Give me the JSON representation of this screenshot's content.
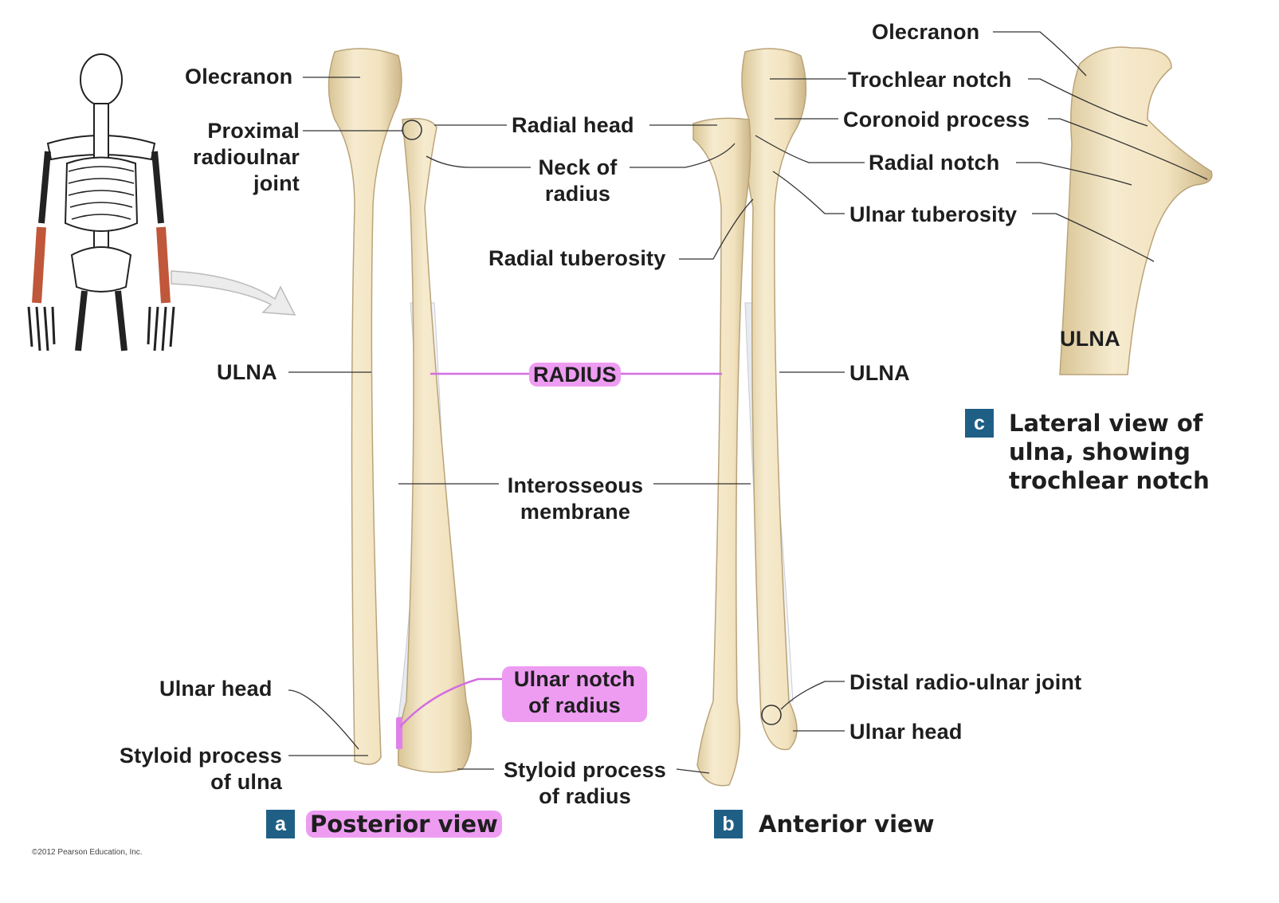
{
  "posterior": {
    "olecranon": "Olecranon",
    "proximal_joint": "Proximal radioulnar joint",
    "ulna": "ULNA",
    "ulnar_head": "Ulnar head",
    "styloid_ulna": "Styloid process of ulna",
    "view_letter": "a",
    "view_title": "Posterior view"
  },
  "center": {
    "radial_head": "Radial head",
    "neck_of_radius": "Neck of radius",
    "radial_tuberosity": "Radial tuberosity",
    "radius": "RADIUS",
    "interosseous": "Interosseous membrane",
    "ulnar_notch": "Ulnar notch of radius",
    "styloid_radius": "Styloid process of radius"
  },
  "anterior": {
    "trochlear_notch": "Trochlear notch",
    "coronoid": "Coronoid process",
    "radial_notch": "Radial notch",
    "ulnar_tuberosity": "Ulnar tuberosity",
    "ulna": "ULNA",
    "distal_joint": "Distal radio-ulnar joint",
    "ulnar_head": "Ulnar head",
    "view_letter": "b",
    "view_title": "Anterior view"
  },
  "lateral": {
    "olecranon": "Olecranon",
    "ulna": "ULNA",
    "view_letter": "c",
    "view_title": "Lateral view of ulna, showing trochlear notch"
  },
  "colors": {
    "bone": "#f3e6c6",
    "bone_shadow": "#dcc89c",
    "highlight": "#ee9cf2",
    "badge": "#1f5f86",
    "forearm_highlight": "#c0573a"
  }
}
